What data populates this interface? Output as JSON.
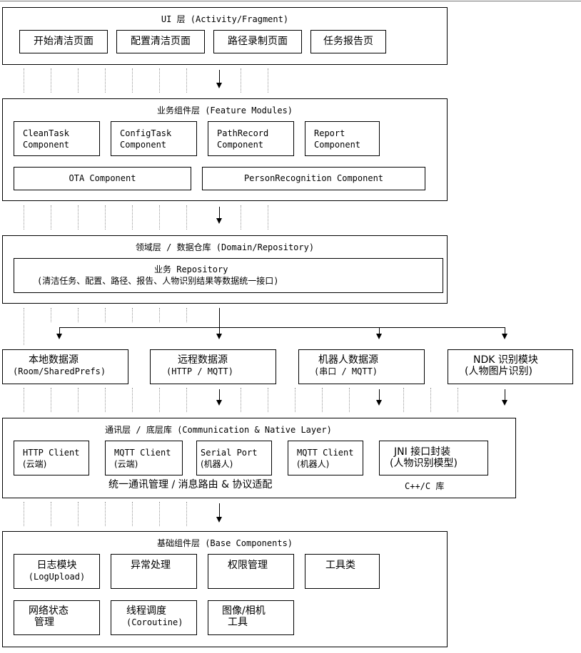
{
  "layers": {
    "ui": {
      "title": "UI 层 (Activity/Fragment)",
      "items": [
        "开始清洁页面",
        "配置清洁页面",
        "路径录制页面",
        "任务报告页"
      ]
    },
    "feature": {
      "title": "业务组件层 (Feature Modules)",
      "items": [
        [
          "CleanTask",
          "Component"
        ],
        [
          "ConfigTask",
          "Component"
        ],
        [
          "PathRecord",
          "Component"
        ],
        [
          "Report",
          "Component"
        ],
        [
          "OTA Component"
        ],
        [
          "PersonRecognition Component"
        ]
      ]
    },
    "domain": {
      "title": "领域层 / 数据仓库 (Domain/Repository)",
      "repo_line1": "业务 Repository",
      "repo_line2": "(清洁任务、配置、路径、报告、人物识别结果等数据统一接口)"
    },
    "sources": [
      [
        "本地数据源",
        "(Room/SharedPrefs)"
      ],
      [
        "远程数据源",
        "(HTTP / MQTT)"
      ],
      [
        "机器人数据源",
        "(串口 / MQTT)"
      ],
      [
        "NDK 识别模块",
        "(人物图片识别)"
      ]
    ],
    "comm": {
      "title": "通讯层 / 底层库 (Communication & Native Layer)",
      "items": [
        [
          "HTTP Client",
          "(云端)"
        ],
        [
          "MQTT Client",
          "(云端)"
        ],
        [
          "Serial Port",
          "(机器人)"
        ],
        [
          "MQTT Client",
          "(机器人)"
        ],
        [
          "JNI 接口封装",
          "(人物识别模型)"
        ]
      ],
      "footer_left": "统一通讯管理 / 消息路由 & 协议适配",
      "footer_right": "C++/C 库"
    },
    "base": {
      "title": "基础组件层 (Base Components)",
      "items": [
        [
          "日志模块",
          "(LogUpload)"
        ],
        [
          "异常处理"
        ],
        [
          "权限管理"
        ],
        [
          "工具类"
        ],
        [
          "网络状态",
          "管理"
        ],
        [
          "线程调度",
          "(Coroutine)"
        ],
        [
          "图像/相机",
          "工具"
        ]
      ]
    }
  }
}
